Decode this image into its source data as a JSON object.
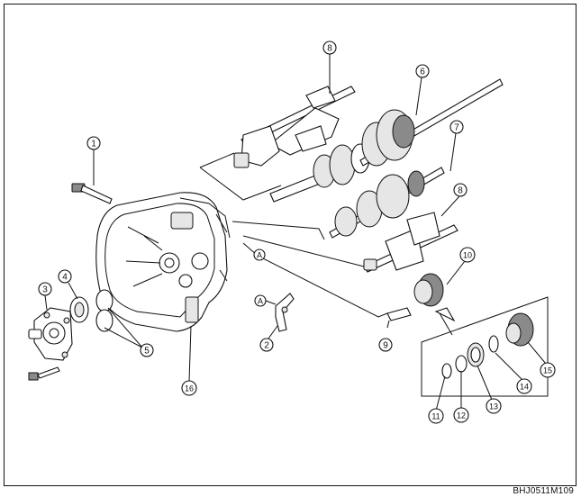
{
  "callouts": [
    {
      "id": "c1",
      "label": "1"
    },
    {
      "id": "c2",
      "label": "2"
    },
    {
      "id": "c3",
      "label": "3"
    },
    {
      "id": "c4",
      "label": "4"
    },
    {
      "id": "c5",
      "label": "5"
    },
    {
      "id": "c6",
      "label": "6"
    },
    {
      "id": "c7",
      "label": "7"
    },
    {
      "id": "c8a",
      "label": "8"
    },
    {
      "id": "c8b",
      "label": "8"
    },
    {
      "id": "c9",
      "label": "9"
    },
    {
      "id": "c10",
      "label": "10"
    },
    {
      "id": "c11",
      "label": "11"
    },
    {
      "id": "c12",
      "label": "12"
    },
    {
      "id": "c13",
      "label": "13"
    },
    {
      "id": "c14",
      "label": "14"
    },
    {
      "id": "c15",
      "label": "15"
    },
    {
      "id": "c16",
      "label": "16"
    }
  ],
  "refs": [
    {
      "id": "rA1",
      "label": "A"
    },
    {
      "id": "rA2",
      "label": "A"
    }
  ],
  "figure_code": "BHJ0511M109"
}
